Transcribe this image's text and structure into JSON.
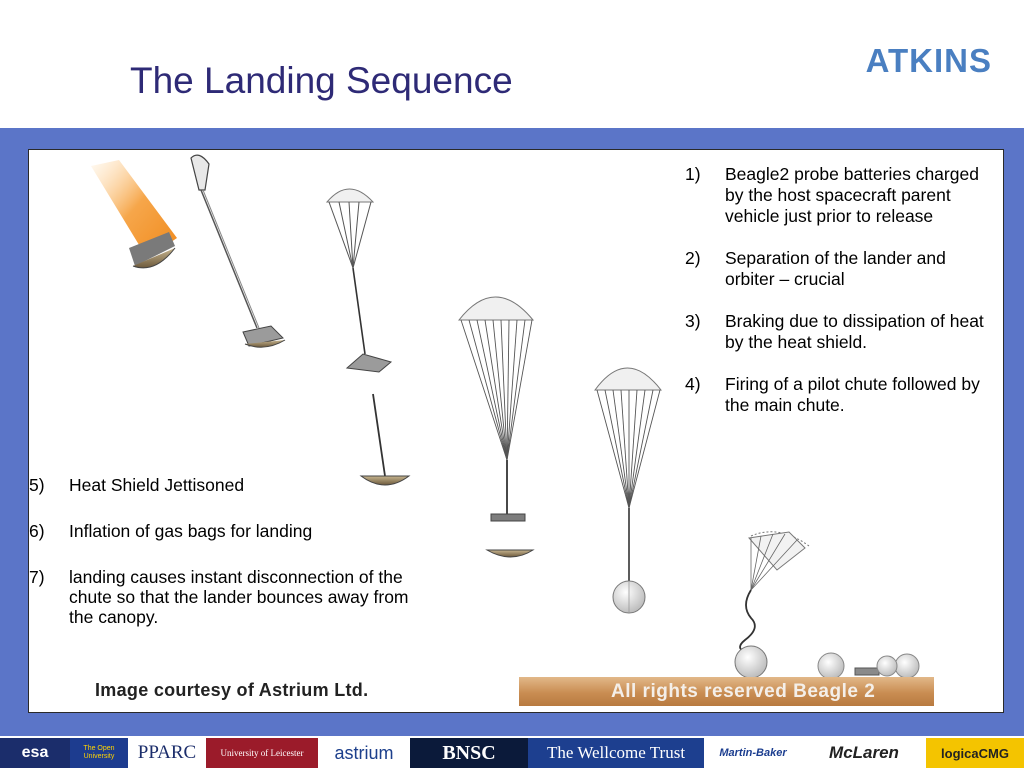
{
  "header": {
    "title": "The Landing Sequence",
    "brand": "ATKINS"
  },
  "steps_right": [
    {
      "num": "1)",
      "text": "Beagle2 probe batteries charged by the host spacecraft parent vehicle just prior to release"
    },
    {
      "num": "2)",
      "text": "Separation of the lander and orbiter – crucial"
    },
    {
      "num": "3)",
      "text": "Braking due to dissipation of heat by the heat shield."
    },
    {
      "num": "4)",
      "text": "Firing of a pilot chute followed by the main chute."
    }
  ],
  "steps_left": [
    {
      "num": "5)",
      "text": "Heat Shield Jettisoned"
    },
    {
      "num": "6)",
      "text": "Inflation of gas bags for landing"
    },
    {
      "num": "7)",
      "text": "landing causes instant disconnection of the chute so that the lander bounces away from the canopy."
    }
  ],
  "image_credit": "Image courtesy of Astrium Ltd.",
  "rights_text": "All rights reserved Beagle 2",
  "footer_logos": [
    {
      "label": "esa"
    },
    {
      "label": "The Open University"
    },
    {
      "label": "PPARC"
    },
    {
      "label": "University of Leicester"
    },
    {
      "label": "astrium"
    },
    {
      "label": "BNSC"
    },
    {
      "label": "The Wellcome Trust"
    },
    {
      "label": "Martin-Baker"
    },
    {
      "label": "McLaren"
    },
    {
      "label": "logicaCMG"
    }
  ],
  "colors": {
    "title": "#2e2a76",
    "brand": "#4a7fc1",
    "band": "#5b75c8"
  }
}
